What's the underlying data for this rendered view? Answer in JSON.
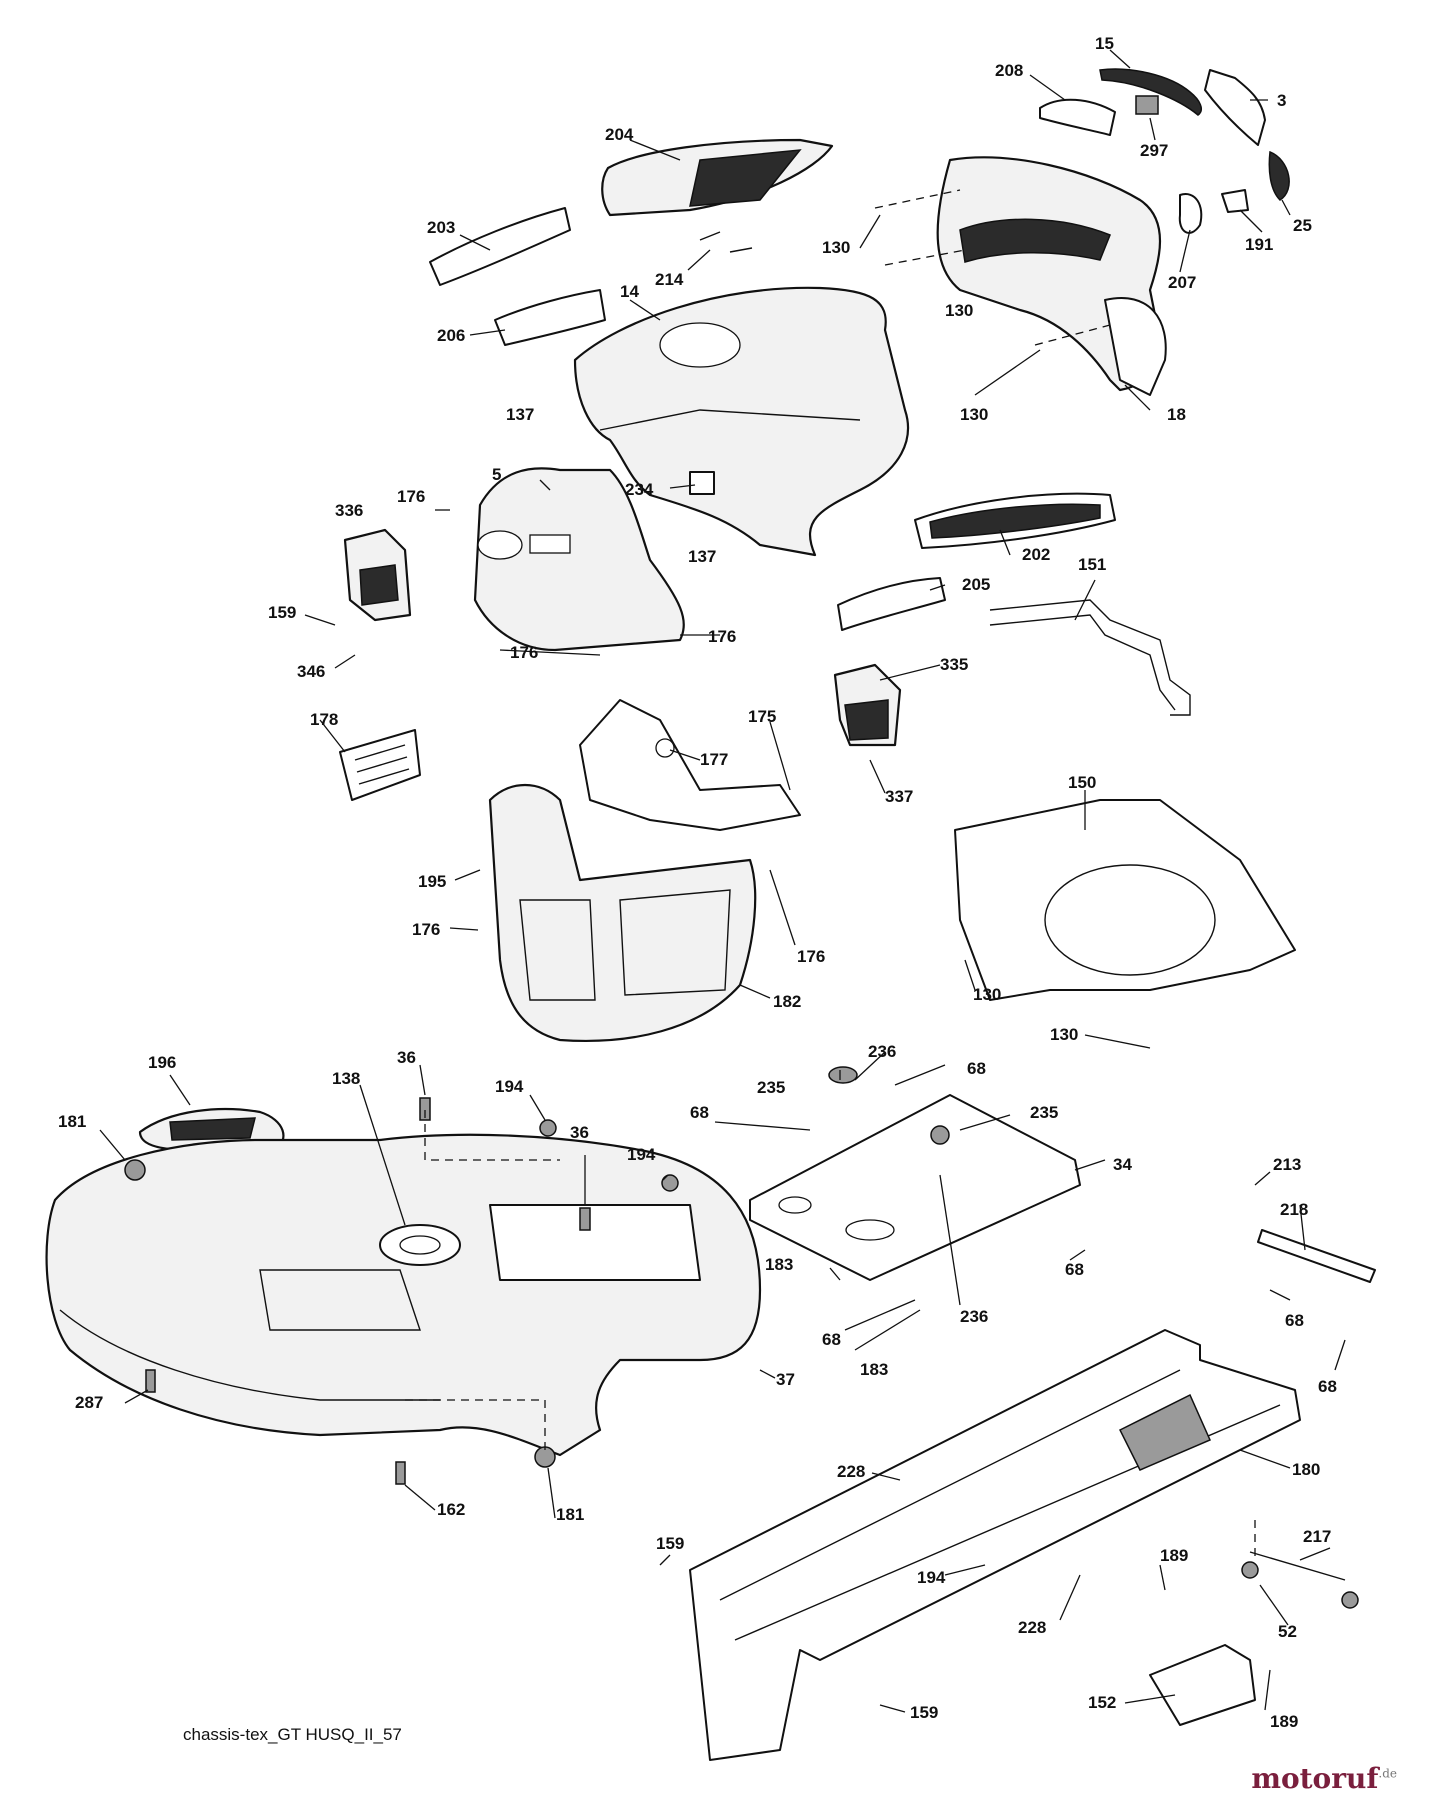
{
  "diagram": {
    "caption": "chassis-tex_GT HUSQ_II_57",
    "brand": "motoruf",
    "brand_suffix": ".de",
    "callouts": [
      {
        "id": "c15",
        "text": "15"
      },
      {
        "id": "c208",
        "text": "208"
      },
      {
        "id": "c3",
        "text": "3"
      },
      {
        "id": "c297",
        "text": "297"
      },
      {
        "id": "c204",
        "text": "204"
      },
      {
        "id": "c25",
        "text": "25"
      },
      {
        "id": "c203",
        "text": "203"
      },
      {
        "id": "c191",
        "text": "191"
      },
      {
        "id": "c130a",
        "text": "130"
      },
      {
        "id": "c207",
        "text": "207"
      },
      {
        "id": "c214",
        "text": "214"
      },
      {
        "id": "c14",
        "text": "14"
      },
      {
        "id": "c130b",
        "text": "130"
      },
      {
        "id": "c206",
        "text": "206"
      },
      {
        "id": "c130c",
        "text": "130"
      },
      {
        "id": "c18",
        "text": "18"
      },
      {
        "id": "c137a",
        "text": "137"
      },
      {
        "id": "c5",
        "text": "5"
      },
      {
        "id": "c234",
        "text": "234"
      },
      {
        "id": "c336",
        "text": "336"
      },
      {
        "id": "c176a",
        "text": "176"
      },
      {
        "id": "c137b",
        "text": "137"
      },
      {
        "id": "c202",
        "text": "202"
      },
      {
        "id": "c151",
        "text": "151"
      },
      {
        "id": "c159a",
        "text": "159"
      },
      {
        "id": "c205",
        "text": "205"
      },
      {
        "id": "c176b",
        "text": "176"
      },
      {
        "id": "c346",
        "text": "346"
      },
      {
        "id": "c176c",
        "text": "176"
      },
      {
        "id": "c335",
        "text": "335"
      },
      {
        "id": "c178",
        "text": "178"
      },
      {
        "id": "c175",
        "text": "175"
      },
      {
        "id": "c177",
        "text": "177"
      },
      {
        "id": "c337",
        "text": "337"
      },
      {
        "id": "c150",
        "text": "150"
      },
      {
        "id": "c195",
        "text": "195"
      },
      {
        "id": "c176d",
        "text": "176"
      },
      {
        "id": "c176e",
        "text": "176"
      },
      {
        "id": "c130d",
        "text": "130"
      },
      {
        "id": "c182",
        "text": "182"
      },
      {
        "id": "c130e",
        "text": "130"
      },
      {
        "id": "c196",
        "text": "196"
      },
      {
        "id": "c36a",
        "text": "36"
      },
      {
        "id": "c138",
        "text": "138"
      },
      {
        "id": "c236a",
        "text": "236"
      },
      {
        "id": "c194a",
        "text": "194"
      },
      {
        "id": "c235a",
        "text": "235"
      },
      {
        "id": "c68a",
        "text": "68"
      },
      {
        "id": "c181a",
        "text": "181"
      },
      {
        "id": "c36b",
        "text": "36"
      },
      {
        "id": "c68b",
        "text": "68"
      },
      {
        "id": "c235b",
        "text": "235"
      },
      {
        "id": "c194b",
        "text": "194"
      },
      {
        "id": "c34",
        "text": "34"
      },
      {
        "id": "c213",
        "text": "213"
      },
      {
        "id": "c218",
        "text": "218"
      },
      {
        "id": "c183a",
        "text": "183"
      },
      {
        "id": "c68c",
        "text": "68"
      },
      {
        "id": "c236b",
        "text": "236"
      },
      {
        "id": "c68d",
        "text": "68"
      },
      {
        "id": "c68e",
        "text": "68"
      },
      {
        "id": "c183b",
        "text": "183"
      },
      {
        "id": "c287",
        "text": "287"
      },
      {
        "id": "c37",
        "text": "37"
      },
      {
        "id": "c68f",
        "text": "68"
      },
      {
        "id": "c228a",
        "text": "228"
      },
      {
        "id": "c180",
        "text": "180"
      },
      {
        "id": "c162",
        "text": "162"
      },
      {
        "id": "c181b",
        "text": "181"
      },
      {
        "id": "c159b",
        "text": "159"
      },
      {
        "id": "c217",
        "text": "217"
      },
      {
        "id": "c194c",
        "text": "194"
      },
      {
        "id": "c189a",
        "text": "189"
      },
      {
        "id": "c52",
        "text": "52"
      },
      {
        "id": "c228b",
        "text": "228"
      },
      {
        "id": "c152",
        "text": "152"
      },
      {
        "id": "c159c",
        "text": "159"
      },
      {
        "id": "c189b",
        "text": "189"
      }
    ]
  }
}
